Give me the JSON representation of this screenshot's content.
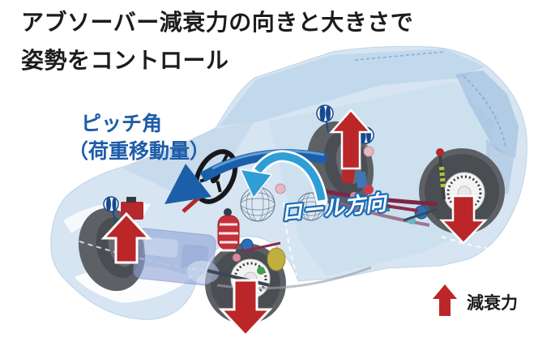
{
  "title": {
    "line1": "アブソーバー減衰力の向きと大きさで",
    "line2": "姿勢をコントロール"
  },
  "labels": {
    "pitch_angle": {
      "line1": "ピッチ角",
      "line2": "（荷重移動量）"
    },
    "roll_direction": "ロール方向",
    "legend": "減衰力"
  },
  "colors": {
    "title_text": "#1c1c1c",
    "pitch_label": "#1d5ca9",
    "roll_label_fill": "#ffffff",
    "roll_label_outline": "#1e6cb5",
    "damping_arrow_red": "#bb2629",
    "pitch_arrow_blue": "#1b5fa9",
    "roll_arrow_blue": "#2f9ed6",
    "car_body_blue": "#cfe0ef",
    "tire_gray": "#5d6165"
  },
  "diagram": {
    "description": "Semi-transparent hatchback seen from front-left showing suspension; red arrows at each wheel show the direction and magnitude of absorber damping force",
    "damping_arrows": [
      {
        "position": "front-far-wheel",
        "direction": "up"
      },
      {
        "position": "front-near-wheel",
        "direction": "down"
      },
      {
        "position": "rear-far-wheel",
        "direction": "up"
      },
      {
        "position": "rear-near-wheel",
        "direction": "down"
      }
    ],
    "motion_arrows": [
      {
        "name": "pitch",
        "style": "dark blue curved arrow sweeping toward the front of the car"
      },
      {
        "name": "roll",
        "style": "light blue arc arrow over the rear axle"
      }
    ]
  }
}
